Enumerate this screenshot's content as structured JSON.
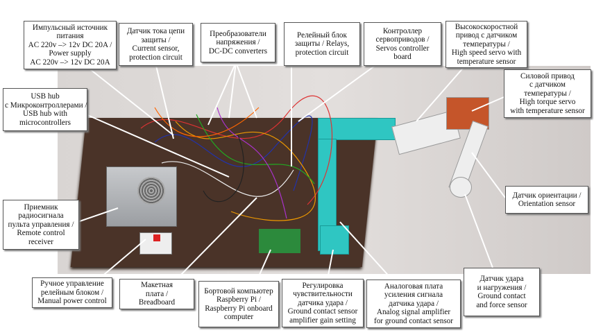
{
  "labels": {
    "power_supply": "Импульсный источник\nпитания\nAC 220v –> 12v DC 20A /\nPower supply\nAC 220v –> 12v DC 20A",
    "current_sensor": "Датчик тока цепи\nзащиты /\nCurrent sensor,\nprotection circuit",
    "dc_dc": "Преобразователи\nнапряжения /\nDC-DC converters",
    "relays": "Релейный блок\nзащиты / Relays,\nprotection circuit",
    "servo_controller": "Контроллер\nсервоприводов /\nServos controller\nboard",
    "high_speed_servo": "Высокоскоростной\nпривод с датчиком\nтемпературы /\nHigh speed servo with\ntemperature sensor",
    "high_torque_servo": "Силовой привод\nс датчиком\nтемпературы /\nHigh torque servo\nwith temperature sensor",
    "usb_hub": "USB hub\nс Микроконтроллерами /\nUSB hub with\nmicrocontrollers",
    "rc_receiver": "Приемник\nрадиосигнала\nпульта управления /\nRemote control\nreceiver",
    "orientation": "Датчик ориентации /\nOrientation sensor",
    "ground_contact": "Датчик удара\nи нагружения /\nGround contact\nand force sensor",
    "manual_power": "Ручное управление\nрелейным блоком /\nManual power control",
    "breadboard": "Макетная\nплата /\nBreadboard",
    "raspberry_pi": "Бортовой компьютер\nRaspberry Pi /\nRaspberry Pi onboard\ncomputer",
    "gain_setting": "Регулировка\nчувствительности\nдатчика удара /\nGround contact sensor\namplifier gain setting",
    "analog_amp": "Аналоговая плата\nусиления сигнала\nдатчика удара /\nAnalog signal amplifier\nfor ground contact sensor"
  }
}
